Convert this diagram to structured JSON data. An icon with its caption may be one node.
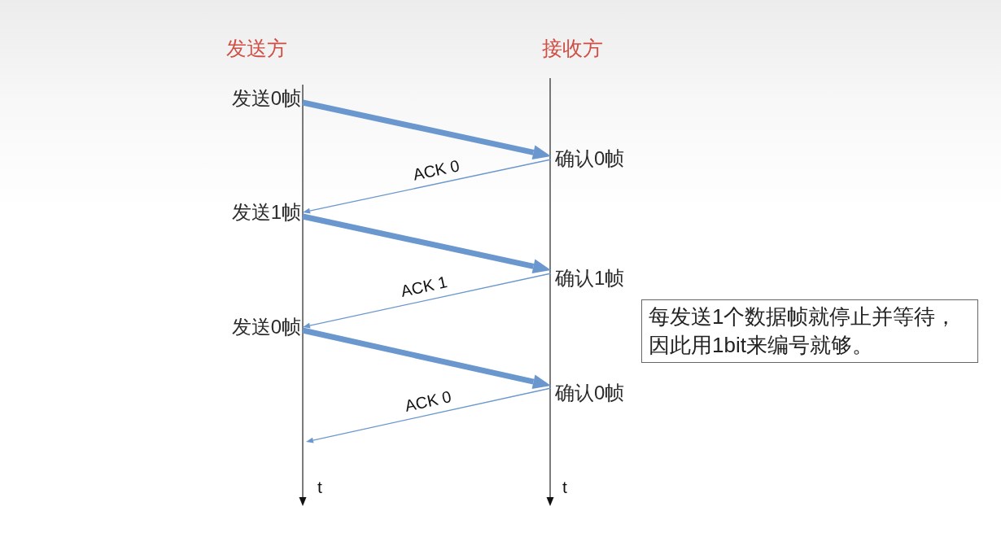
{
  "diagram": {
    "nodes": [
      {
        "text": [
          "发送0帧"
        ]
      },
      {
        "text": [
          "确认0帧"
        ]
      },
      {
        "text": [
          "发送1帧"
        ]
      },
      {
        "text": [
          "确认1帧"
        ]
      },
      {
        "text": [
          "发送0帧"
        ]
      },
      {
        "text": [
          "确认0帧"
        ]
      },
      {
        "text": [
          "每发送1个数据帧就停止并等待，因此用1bit来编号就够。"
        ]
      }
    ],
    "edges": [
      {
        "from": 0,
        "to": 1,
        "arrow": "to",
        "style": "thick"
      },
      {
        "from": 1,
        "to": 2,
        "arrow": "to",
        "label": "ACK 0"
      },
      {
        "from": 2,
        "to": 3,
        "arrow": "to",
        "style": "thick"
      },
      {
        "from": 3,
        "to": 4,
        "arrow": "to",
        "label": "ACK 1"
      },
      {
        "from": 4,
        "to": 5,
        "arrow": "to",
        "style": "thick"
      },
      {
        "from": 5,
        "to": null,
        "arrow": "to",
        "label": "ACK 0"
      }
    ],
    "labels": [
      "发送方",
      "接收方",
      "t",
      "t"
    ]
  }
}
